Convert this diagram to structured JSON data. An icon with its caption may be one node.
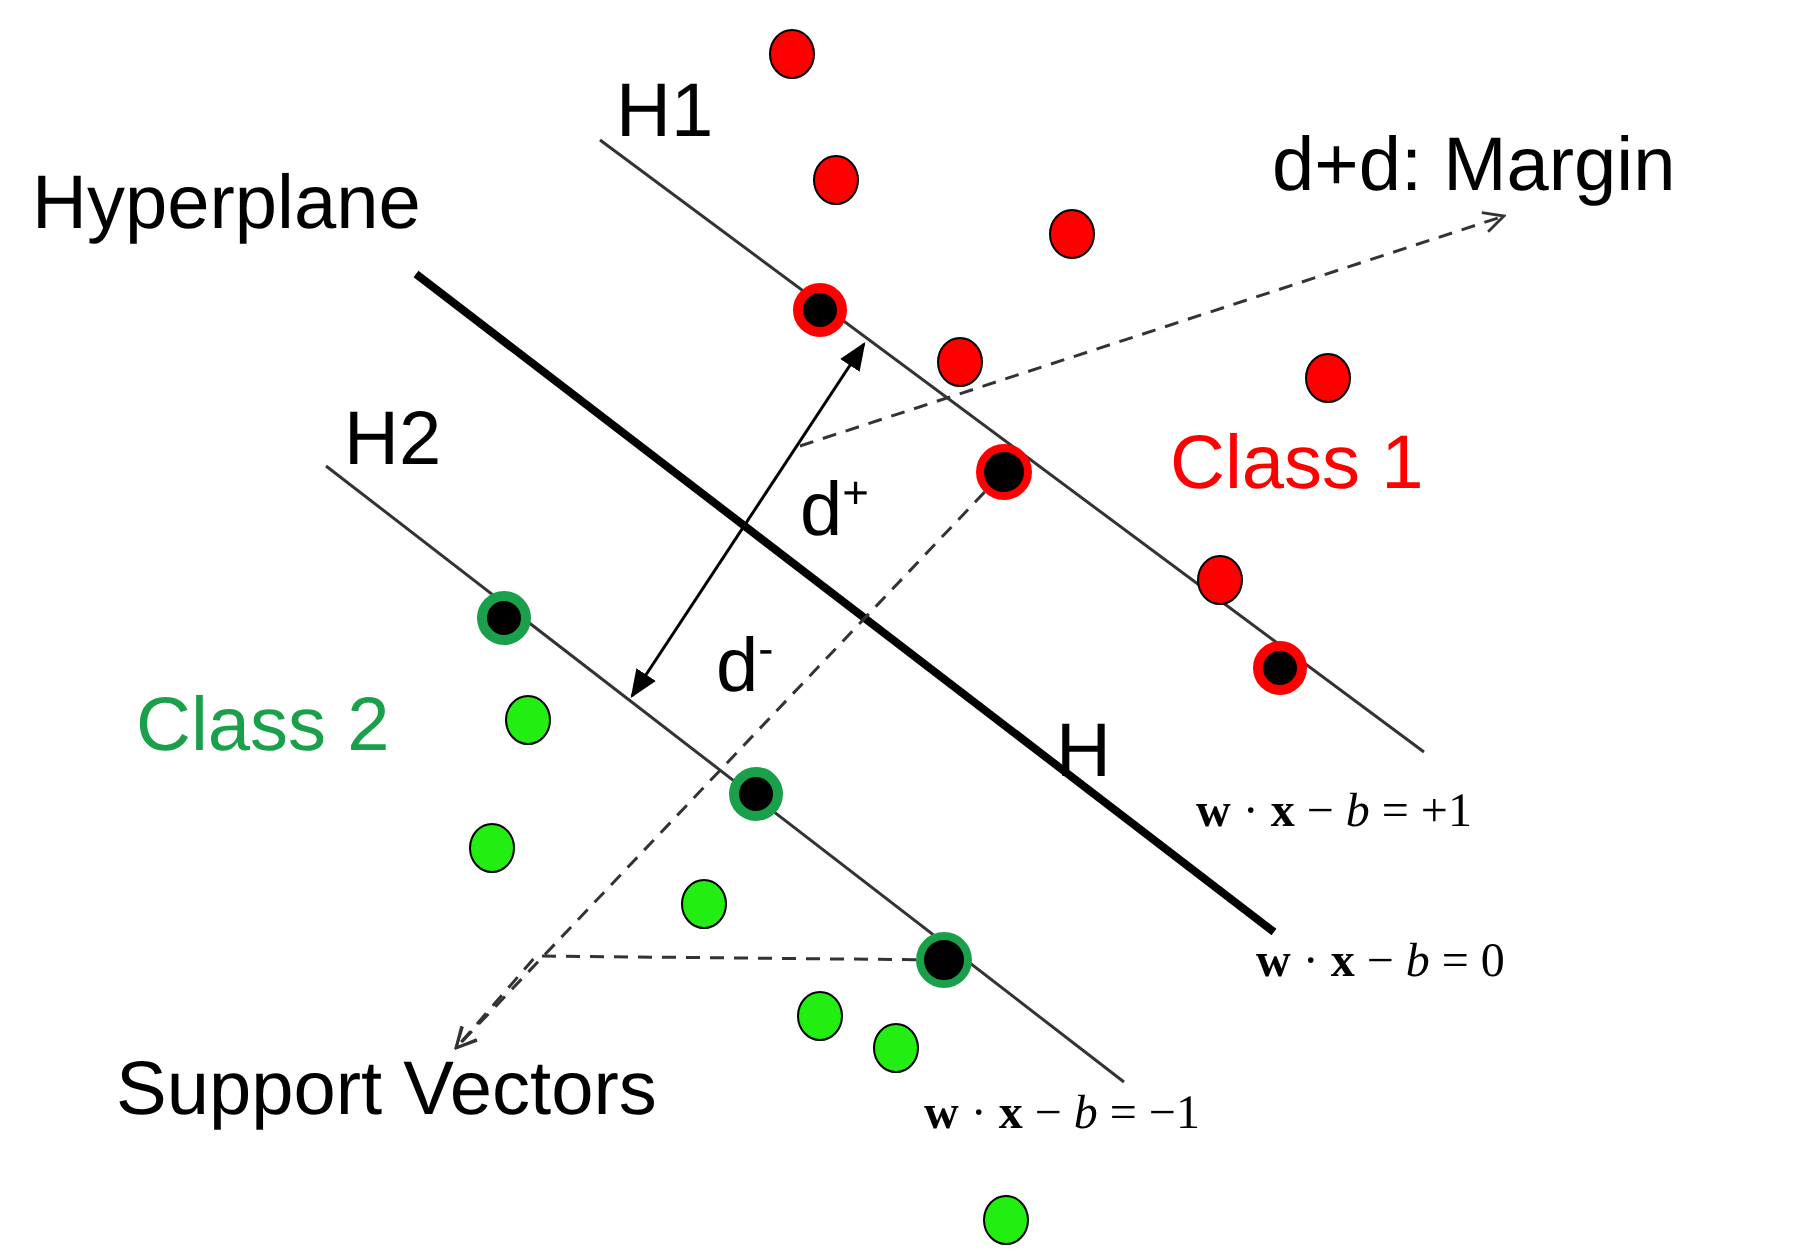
{
  "diagram": {
    "nodes": [
      {
        "text": [
          "d+d: Margin"
        ]
      },
      {
        "text": [
          "Support Vectors"
        ]
      },
      {
        "text": [],
        "shape": "circle"
      },
      {
        "text": [],
        "shape": "circle"
      }
    ],
    "edges": [
      {
        "from": null,
        "to": 0,
        "arrow": "to",
        "style": "dashed"
      },
      {
        "from": 2,
        "to": 1,
        "arrow": "to",
        "style": "dashed"
      },
      {
        "from": 3,
        "to": 1,
        "arrow": "to",
        "style": "dashed"
      }
    ],
    "labels": [
      "H1",
      "Hyperplane",
      "H2",
      "Class 1",
      "d$^{+}$",
      "d$^{-}$",
      "Class 2",
      "H",
      "**w** · **x** − *b* = +1",
      "**w** · **x** − *b* = 0",
      "**w** · **x** − *b* = −1"
    ]
  }
}
